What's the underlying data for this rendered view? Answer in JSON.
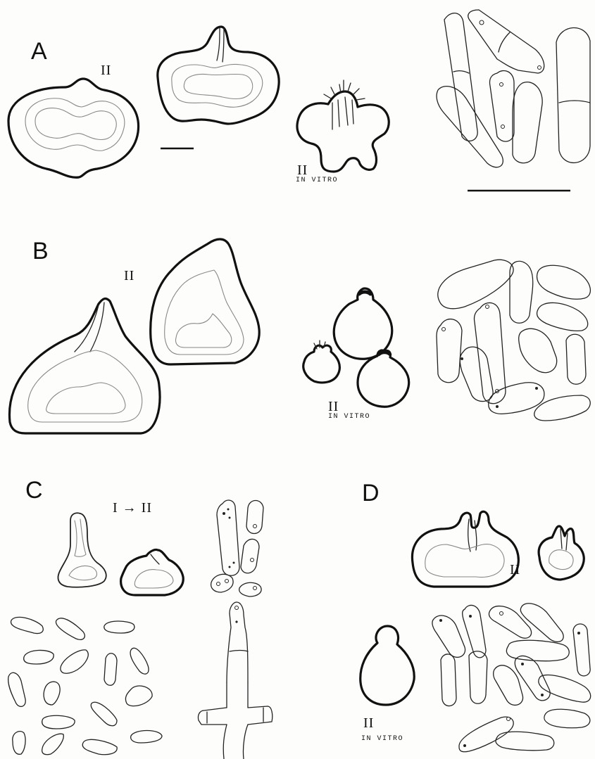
{
  "panels": {
    "A": {
      "letter": "A",
      "stage": "II",
      "vitro_stage": "II",
      "vitro_note": "IN VITRO"
    },
    "B": {
      "letter": "B",
      "stage": "II",
      "vitro_stage": "II",
      "vitro_note": "IN VITRO"
    },
    "C": {
      "letter": "C",
      "stage_transition": "I → II"
    },
    "D": {
      "letter": "D",
      "stage": "II",
      "vitro_stage": "II",
      "vitro_note": "IN VITRO"
    }
  }
}
